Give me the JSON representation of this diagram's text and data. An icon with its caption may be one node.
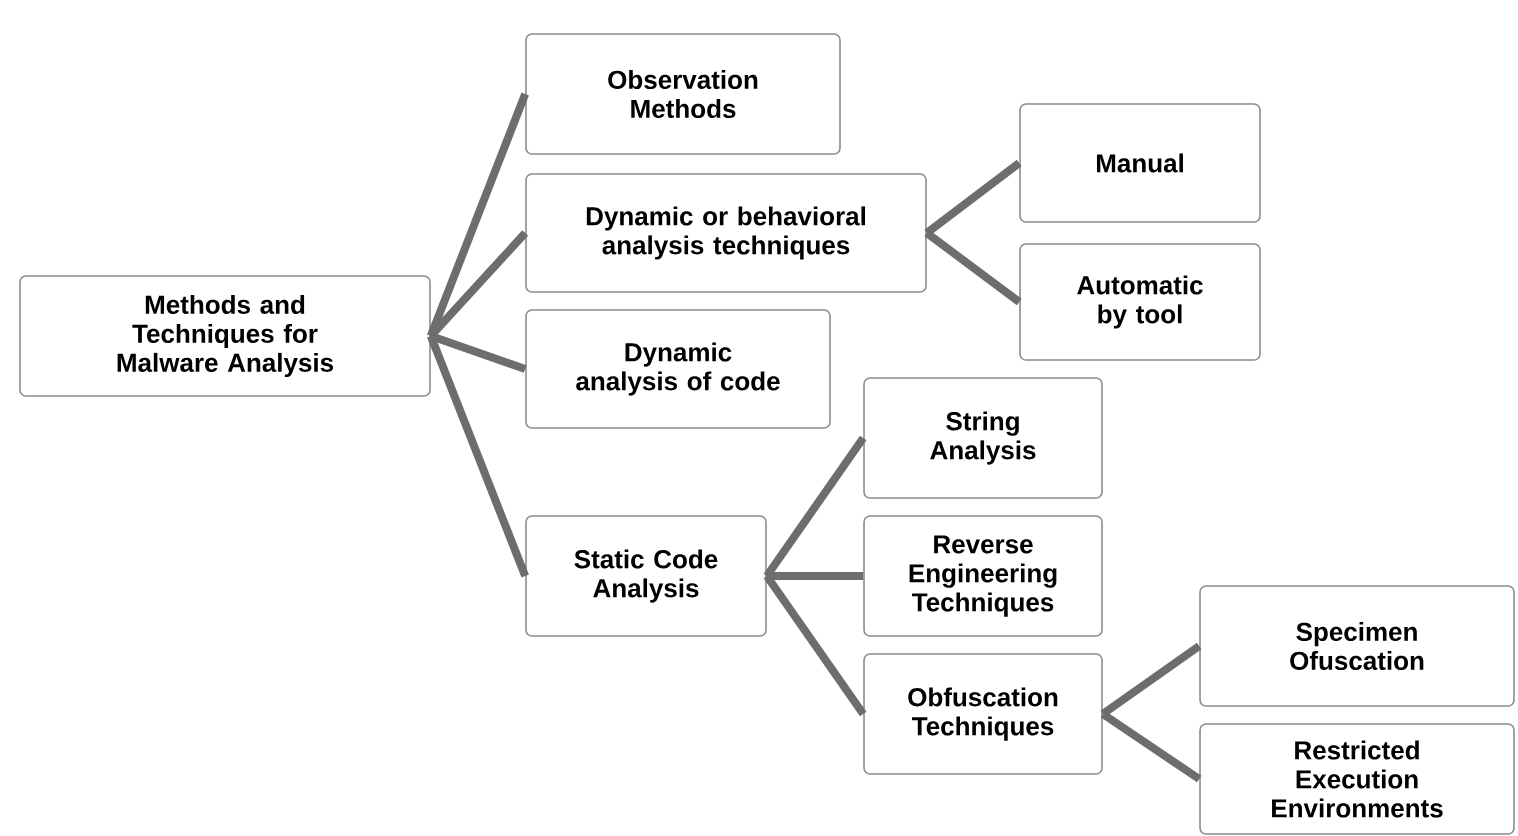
{
  "diagram": {
    "nodes": [
      {
        "text": [
          "Methods and Techniques for Malware Analysis"
        ]
      },
      {
        "text": [
          "Observation Methods"
        ]
      },
      {
        "text": [
          "Dynamic or behavioral analysis techniques"
        ]
      },
      {
        "text": [
          "Dynamic analysis of code"
        ]
      },
      {
        "text": [
          "Static Code Analysis"
        ]
      },
      {
        "text": [
          "Manual"
        ]
      },
      {
        "text": [
          "Automatic by tool"
        ]
      },
      {
        "text": [
          "String Analysis"
        ]
      },
      {
        "text": [
          "Reverse Engineering Techniques"
        ]
      },
      {
        "text": [
          "Obfuscation Techniques"
        ]
      },
      {
        "text": [
          "Specimen Ofuscation"
        ]
      },
      {
        "text": [
          "Restricted Execution Environments"
        ]
      }
    ],
    "edges": [
      {
        "from": 0,
        "to": 1,
        "arrow": "none"
      },
      {
        "from": 0,
        "to": 2,
        "arrow": "none"
      },
      {
        "from": 0,
        "to": 3,
        "arrow": "none"
      },
      {
        "from": 0,
        "to": 4,
        "arrow": "none"
      },
      {
        "from": 2,
        "to": 5,
        "arrow": "none"
      },
      {
        "from": 2,
        "to": 6,
        "arrow": "none"
      },
      {
        "from": 4,
        "to": 7,
        "arrow": "none"
      },
      {
        "from": 4,
        "to": 8,
        "arrow": "none"
      },
      {
        "from": 4,
        "to": 9,
        "arrow": "none"
      },
      {
        "from": 9,
        "to": 10,
        "arrow": "none"
      },
      {
        "from": 9,
        "to": 11,
        "arrow": "none"
      }
    ]
  }
}
